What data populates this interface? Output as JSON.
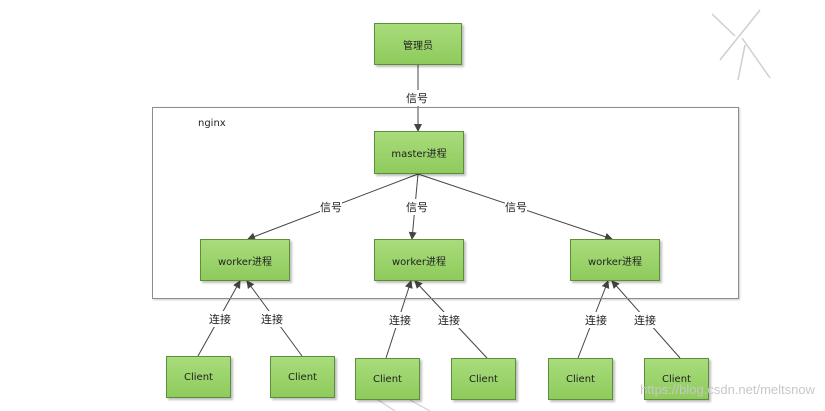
{
  "diagram": {
    "container_label": "nginx",
    "nodes": {
      "admin": "管理员",
      "master": "master进程",
      "worker_1": "worker进程",
      "worker_2": "worker进程",
      "worker_3": "worker进程",
      "client_1": "Client",
      "client_2": "Client",
      "client_3": "Client",
      "client_4": "Client",
      "client_5": "Client",
      "client_6": "Client"
    },
    "edge_labels": {
      "admin_master": "信号",
      "master_worker_1": "信号",
      "master_worker_2": "信号",
      "master_worker_3": "信号",
      "client_1_worker_1": "连接",
      "client_2_worker_1": "连接",
      "client_3_worker_2": "连接",
      "client_4_worker_2": "连接",
      "client_5_worker_3": "连接",
      "client_6_worker_3": "连接"
    },
    "colors": {
      "node_fill": "#99d26a",
      "node_border": "#5b8f3a",
      "edge": "#444444"
    }
  },
  "watermark": "https://blog.csdn.net/meltsnow"
}
